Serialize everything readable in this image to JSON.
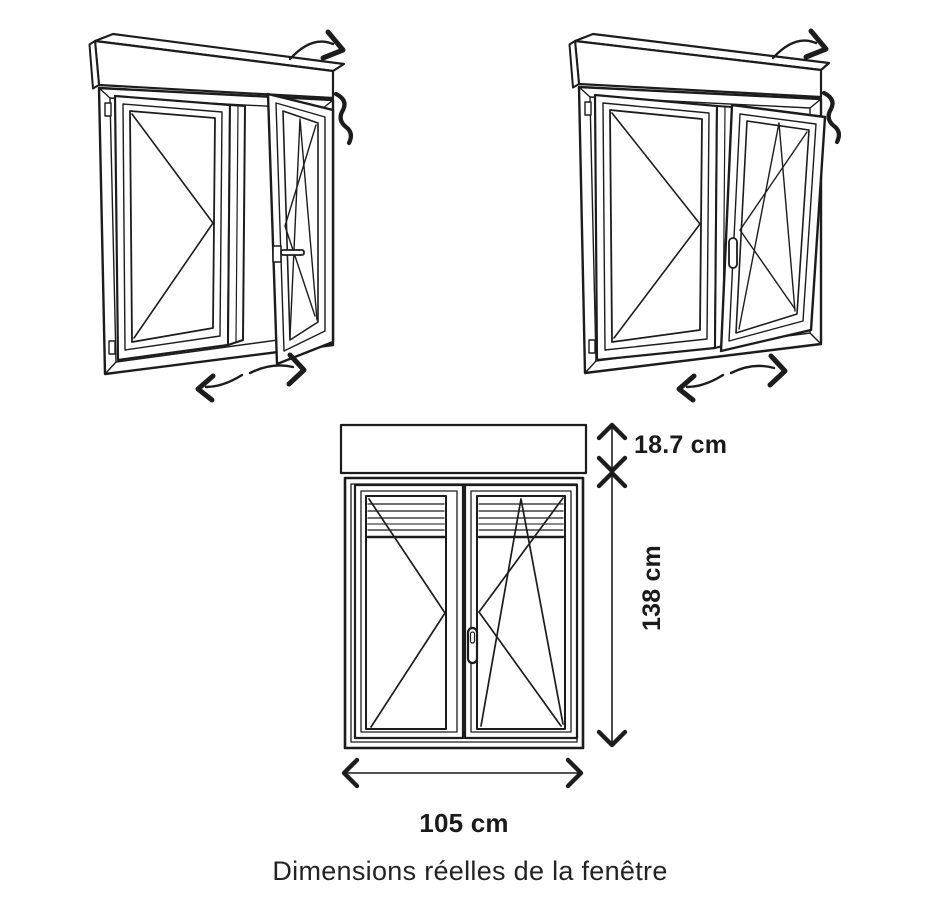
{
  "colors": {
    "background": "#ffffff",
    "line": "#1c1c1c",
    "text": "#1a1a1a",
    "slat_gray": "#8a8a8a"
  },
  "dimensions": {
    "shutter_box_height": "18.7 cm",
    "window_height": "138 cm",
    "window_width": "105 cm"
  },
  "caption": "Dimensions réelles de la fenêtre"
}
